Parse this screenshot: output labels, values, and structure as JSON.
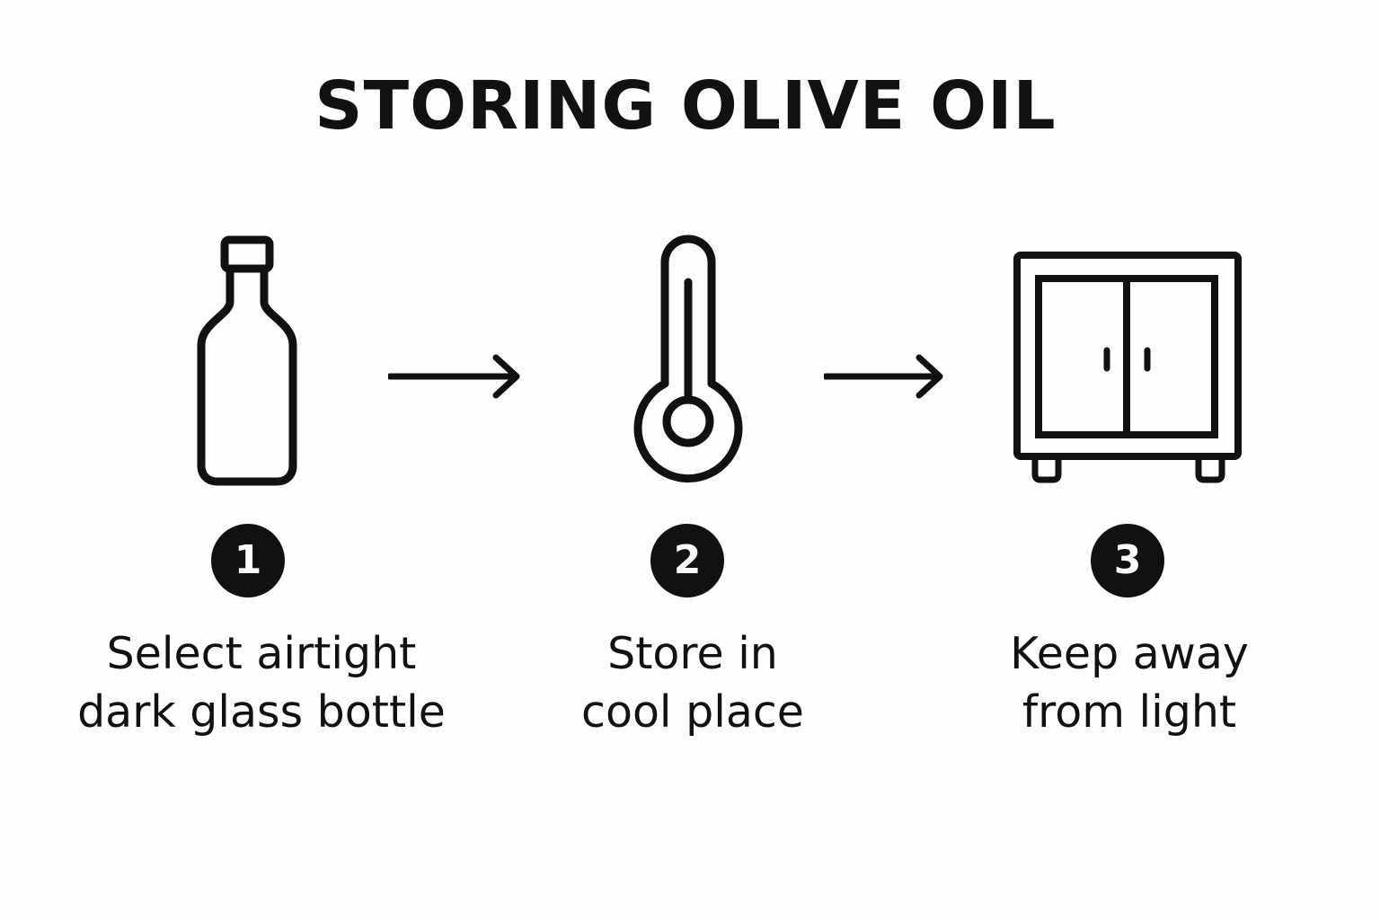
{
  "title": "STORING OLIVE OIL",
  "colors": {
    "ink": "#111111",
    "background": "#fefefe",
    "badge_text": "#ffffff"
  },
  "steps": [
    {
      "number": "1",
      "icon": "bottle-icon",
      "caption_lines": [
        "Select airtight",
        "dark glass bottle"
      ]
    },
    {
      "number": "2",
      "icon": "thermometer-icon",
      "caption_lines": [
        "Store in",
        "cool place"
      ]
    },
    {
      "number": "3",
      "icon": "cabinet-icon",
      "caption_lines": [
        "Keep away",
        "from light"
      ]
    }
  ],
  "connectors": [
    "arrow-right-icon",
    "arrow-right-icon"
  ]
}
